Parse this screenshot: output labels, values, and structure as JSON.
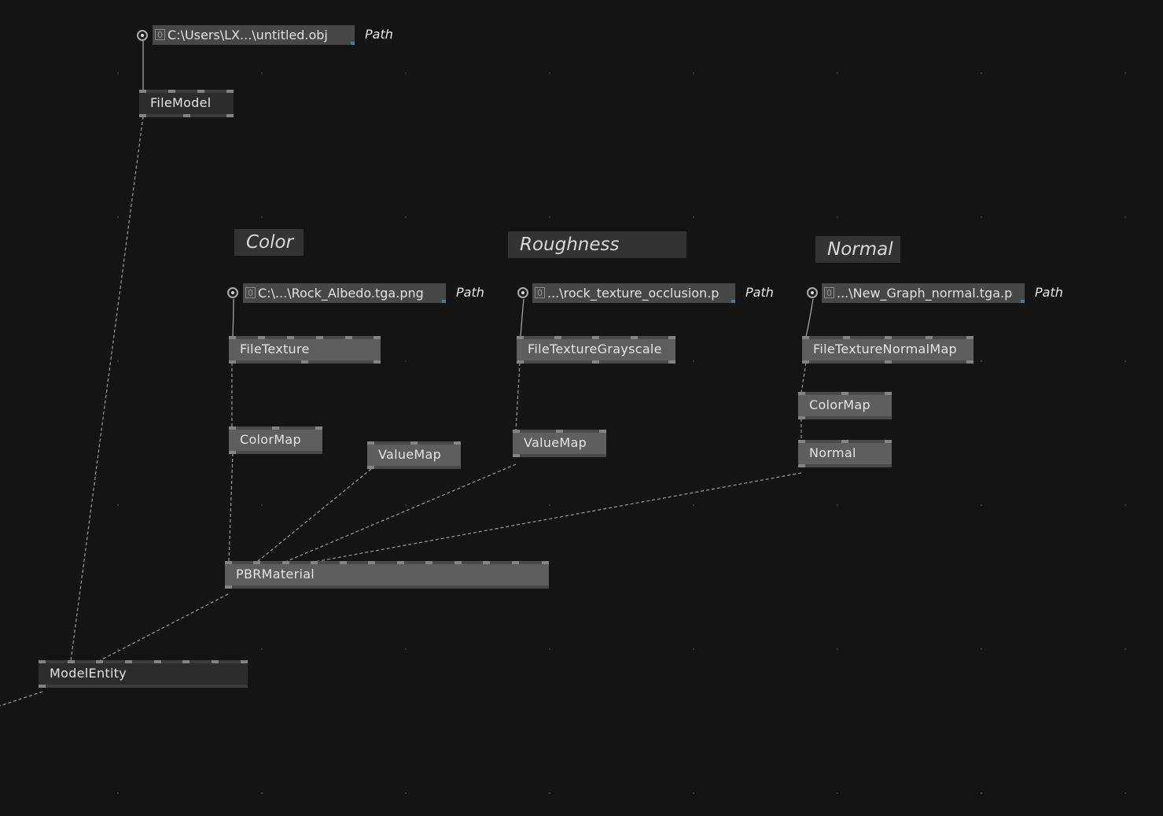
{
  "comments": {
    "color": "Color",
    "roughness": "Roughness",
    "normal": "Normal"
  },
  "inputs": {
    "model_path": {
      "zero": "0",
      "value": "C:\\Users\\LX...\\untitled.obj",
      "tag": "Path"
    },
    "albedo_path": {
      "zero": "0",
      "value": "C:\\...\\Rock_Albedo.tga.png",
      "tag": "Path"
    },
    "occlusion_path": {
      "zero": "0",
      "value": "...\\rock_texture_occlusion.p",
      "tag": "Path"
    },
    "normal_path": {
      "zero": "0",
      "value": "...\\New_Graph_normal.tga.p",
      "tag": "Path"
    }
  },
  "nodes": {
    "file_model": "FileModel",
    "file_texture": "FileTexture",
    "color_map_1": "ColorMap",
    "value_map_1": "ValueMap",
    "file_texture_grayscale": "FileTextureGrayscale",
    "value_map_2": "ValueMap",
    "file_texture_normal_map": "FileTextureNormalMap",
    "color_map_2": "ColorMap",
    "normal": "Normal",
    "pbr_material": "PBRMaterial",
    "model_entity": "ModelEntity"
  },
  "colors": {
    "background": "#141414",
    "node_dark": "#2c2c2c",
    "node_light": "#5e5e5e",
    "wire": "#9a9a9a",
    "path_corner": "#3d7ea6"
  }
}
